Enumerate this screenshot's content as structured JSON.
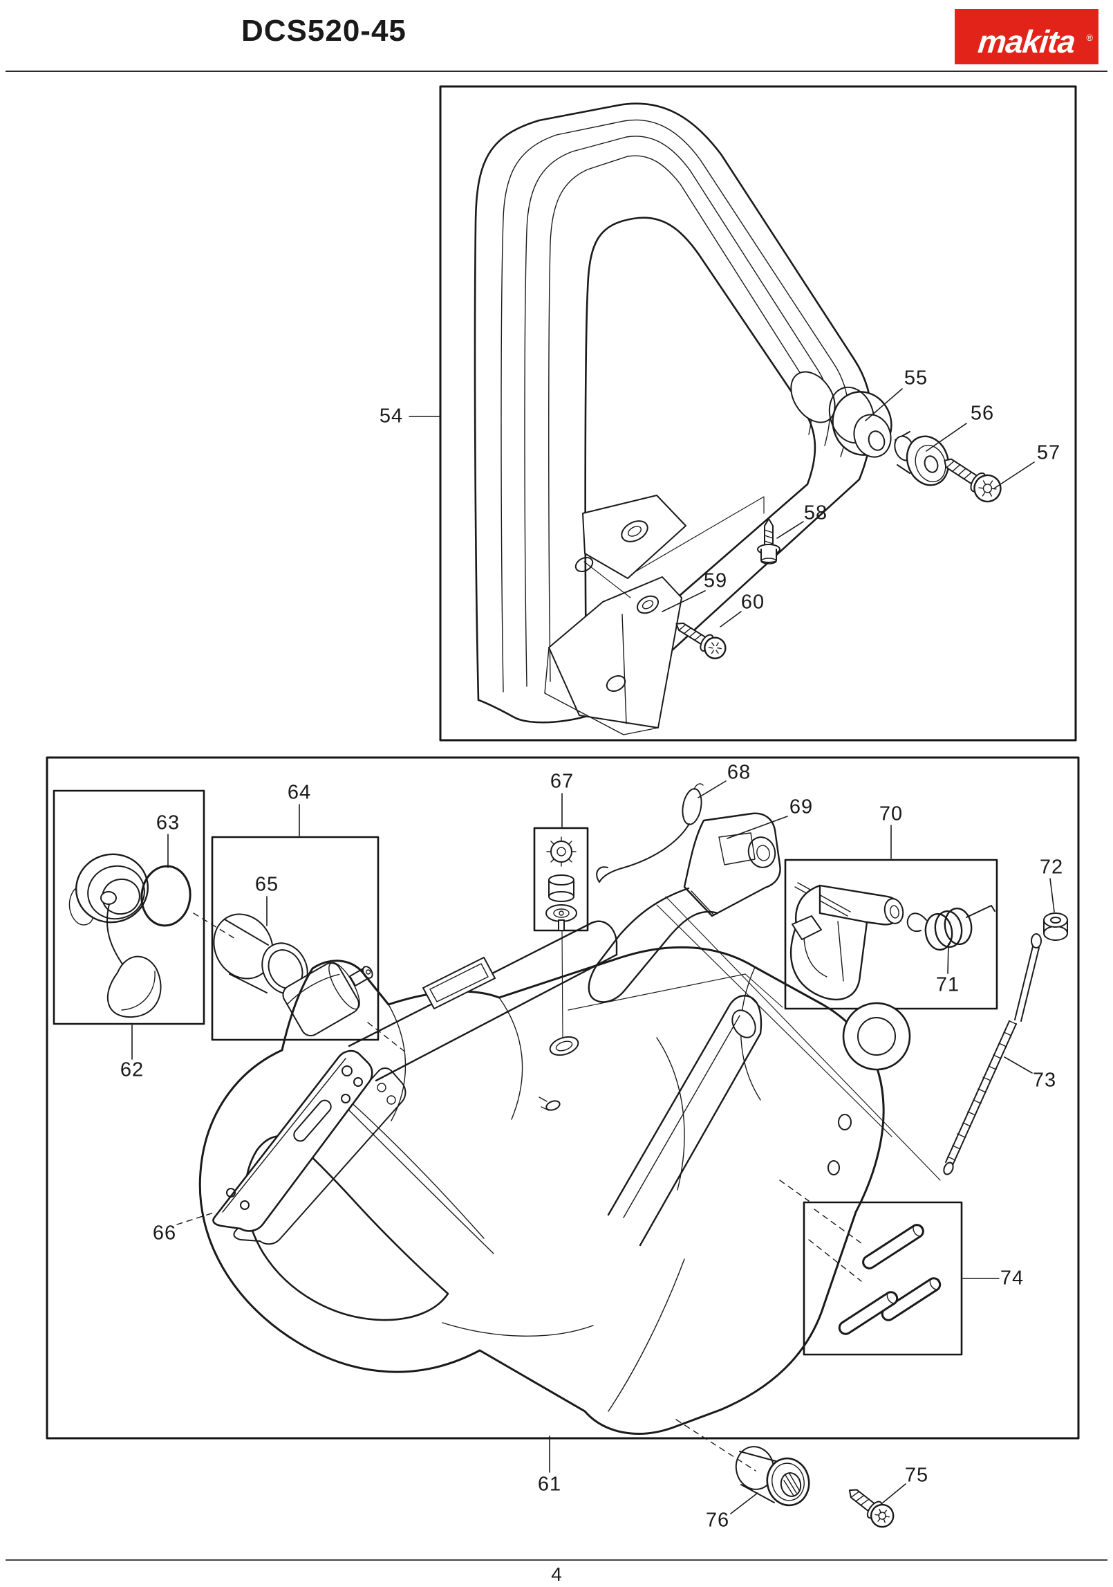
{
  "header": {
    "title": "DCS520-45",
    "logo_text": "makita",
    "logo_registered": "®"
  },
  "footer": {
    "page_number": "4"
  },
  "colors": {
    "line": "#1a1a1a",
    "logo_red": "#e2231a",
    "background": "#ffffff"
  },
  "top_diagram": {
    "part_labels": [
      "54",
      "55",
      "56",
      "57",
      "58",
      "59",
      "60"
    ]
  },
  "bottom_diagram": {
    "part_labels": [
      "61",
      "62",
      "63",
      "64",
      "65",
      "66",
      "67",
      "68",
      "69",
      "70",
      "71",
      "72",
      "73",
      "74",
      "75",
      "76"
    ]
  }
}
